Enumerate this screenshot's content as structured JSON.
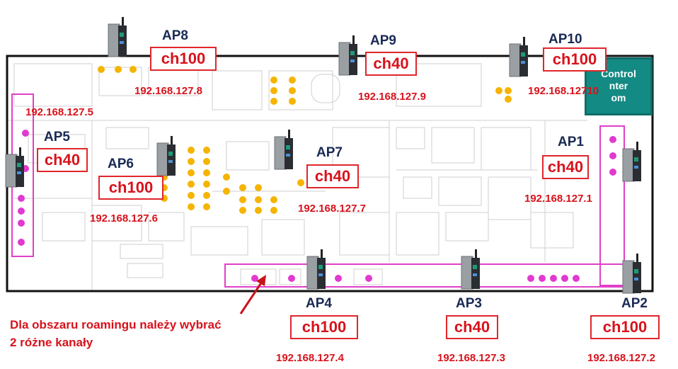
{
  "access_points": [
    {
      "name": "AP1",
      "channel": "ch40",
      "ip": "192.168.127.1"
    },
    {
      "name": "AP2",
      "channel": "ch100",
      "ip": "192.168.127.2"
    },
    {
      "name": "AP3",
      "channel": "ch40",
      "ip": "192.168.127.3"
    },
    {
      "name": "AP4",
      "channel": "ch100",
      "ip": "192.168.127.4"
    },
    {
      "name": "AP5",
      "channel": "ch40",
      "ip": "192.168.127.5"
    },
    {
      "name": "AP6",
      "channel": "ch100",
      "ip": "192.168.127.6"
    },
    {
      "name": "AP7",
      "channel": "ch40",
      "ip": "192.168.127.7"
    },
    {
      "name": "AP8",
      "channel": "ch100",
      "ip": "192.168.127.8"
    },
    {
      "name": "AP9",
      "channel": "ch40",
      "ip": "192.168.127.9"
    },
    {
      "name": "AP10",
      "channel": "ch100",
      "ip": "192.168.12710"
    }
  ],
  "control_room": {
    "label": "Control Center Room",
    "lines": [
      "Control",
      "nter",
      "om"
    ]
  },
  "note": {
    "line1": "Dla obszaru roamingu należy wybrać",
    "line2": "2 różne kanały"
  },
  "colors": {
    "channel_red": "#d8121b",
    "ap_label": "#1a2a55",
    "roaming_zone": "#e040c8",
    "dot_orange": "#f5b400",
    "dot_pink": "#e03ad0",
    "control_room": "#148a84",
    "floor_lines": "#c8c8c8"
  }
}
